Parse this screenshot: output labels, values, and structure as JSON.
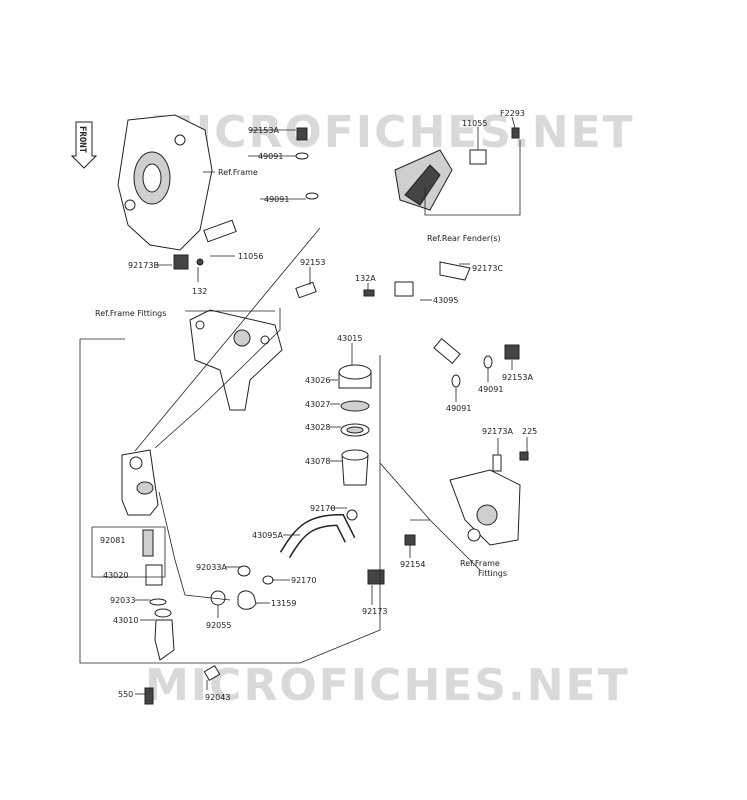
{
  "watermark": "MICROFICHES.NET",
  "front_badge": "FRONT",
  "labels": {
    "F2293": "F2293",
    "p11055": "11055",
    "p92153A_top": "92153A",
    "p49091_top": "49091",
    "ref_frame": "Ref.Frame",
    "p49091_mid": "49091",
    "p92173B": "92173B",
    "p11056": "11056",
    "p132": "132",
    "ref_rear_fender": "Ref.Rear Fender(s)",
    "p92153": "92153",
    "p132A": "132A",
    "p92173C": "92173C",
    "p43095": "43095",
    "ref_frame_fittings_top": "Ref.Frame Fittings",
    "p43015": "43015",
    "p43026": "43026",
    "p49091_r": "49091",
    "p92153A_r": "92153A",
    "p49091_r2": "49091",
    "p43027": "43027",
    "p43028": "43028",
    "p92173A": "92173A",
    "p225": "225",
    "p43078": "43078",
    "p92170_a": "92170",
    "p92081": "92081",
    "p43095A": "43095A",
    "p43020": "43020",
    "p92033A": "92033A",
    "p92170_b": "92170",
    "p92154": "92154",
    "ref_frame_fittings_bot1": "Ref.Frame",
    "ref_frame_fittings_bot2": "Fittings",
    "p92033": "92033",
    "p13159": "13159",
    "p92055": "92055",
    "p43010": "43010",
    "p92173": "92173",
    "p550": "550",
    "p92043": "92043"
  }
}
